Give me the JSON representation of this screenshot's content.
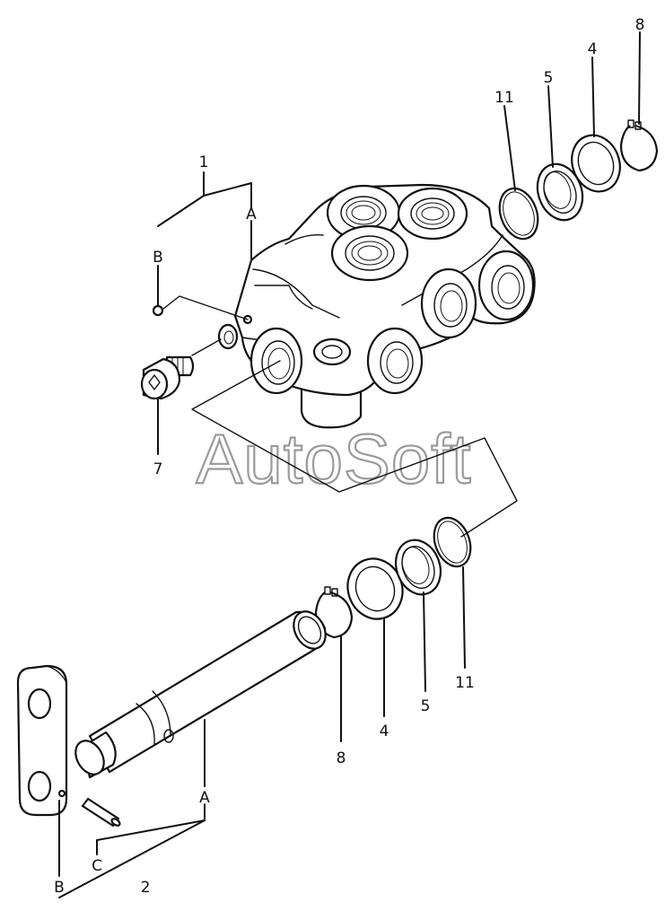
{
  "watermark": "AutoSoft",
  "callouts": {
    "valve_body": "1",
    "ref_a_top": "A",
    "ref_b_top": "B",
    "top_o_ring": "11",
    "top_bushing": "5",
    "top_washer": "4",
    "top_snap_ring": "8",
    "plug": "7",
    "bottom_o_ring": "11",
    "bottom_bushing": "5",
    "bottom_washer": "4",
    "bottom_snap_ring": "8",
    "shaft_assembly": "2",
    "ref_a_bottom": "A",
    "ref_b_bottom": "B",
    "ref_c_bottom": "C"
  }
}
